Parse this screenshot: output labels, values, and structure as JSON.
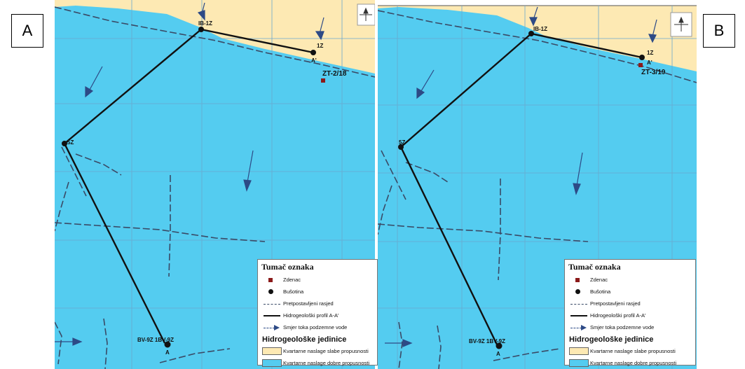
{
  "panels": [
    {
      "label": "A",
      "wells": [
        {
          "id": "IB-1Z",
          "label": "IB-1Z"
        },
        {
          "id": "1Z",
          "label": "1Z"
        },
        {
          "id": "5Z",
          "label": "5Z"
        },
        {
          "id": "BV",
          "label": "BV-9Z 1BV-9Z"
        }
      ],
      "zdenac_label": "ZT-2/18",
      "profile_end_a": "A",
      "profile_end_a_prime": "A'"
    },
    {
      "label": "B",
      "wells": [
        {
          "id": "IB-1Z",
          "label": "IB-1Z"
        },
        {
          "id": "1Z",
          "label": "1Z"
        },
        {
          "id": "5Z",
          "label": "5Z"
        },
        {
          "id": "BV",
          "label": "BV-9Z 1BV-9Z"
        }
      ],
      "zdenac_label": "ZT-3/19",
      "profile_end_a": "A",
      "profile_end_a_prime": "A'"
    }
  ],
  "legend": {
    "title": "Tumač oznaka",
    "items": [
      {
        "symbol": "square",
        "label": "Zdenac"
      },
      {
        "symbol": "circle",
        "label": "Bušotina"
      },
      {
        "symbol": "dashed",
        "label": "Pretpostavljeni rasjed"
      },
      {
        "symbol": "solid",
        "label": "Hidrogeološki profil A-A'"
      },
      {
        "symbol": "arrow",
        "label": "Smjer toka podzemne vode"
      }
    ],
    "section_title": "Hidrogeološke jedinice",
    "units": [
      {
        "label": "Kvartarne naslage slabe propusnosti",
        "color": "#fde9b3"
      },
      {
        "label": "Kvartarne naslage dobre propusnosti",
        "color": "#54ccf0"
      }
    ]
  },
  "colors": {
    "water": "#54ccf0",
    "land": "#fde9b3",
    "profile": "#111111",
    "fault": "#3a4a66",
    "zdenac": "#8b1a1a"
  }
}
